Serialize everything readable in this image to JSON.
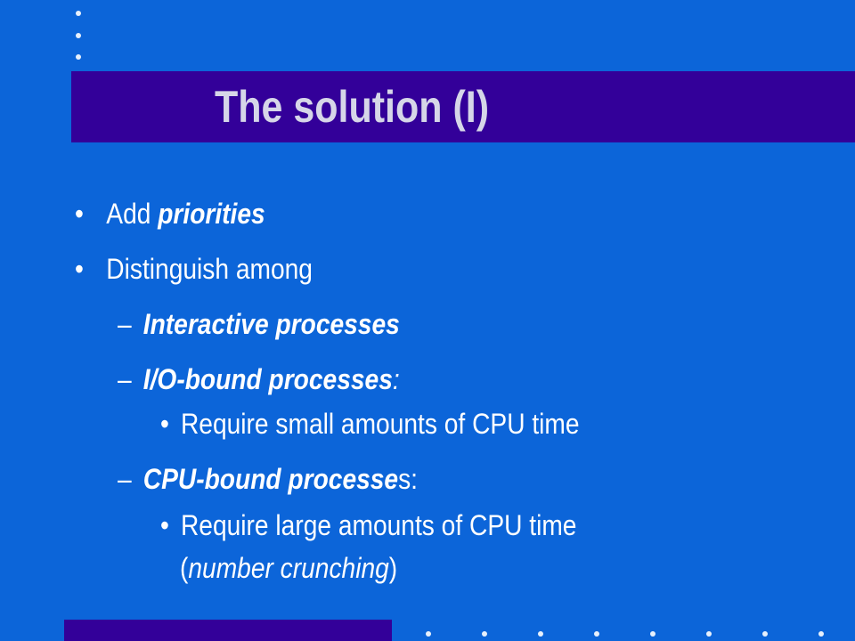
{
  "slide": {
    "title": "The solution (I)",
    "items": [
      {
        "bullet": "•",
        "pre": "Add ",
        "emph": "priorities",
        "post": ""
      },
      {
        "bullet": "•",
        "pre": "Distinguish among",
        "emph": "",
        "post": ""
      },
      {
        "bullet": "–",
        "pre": "",
        "emph": "Interactive processes",
        "post": ""
      },
      {
        "bullet": "–",
        "pre": "",
        "emph": "I/O-bound processes",
        "post": ":"
      },
      {
        "bullet": "•",
        "text": "Require small amounts of CPU time"
      },
      {
        "bullet": "–",
        "pre": "",
        "emph": "CPU-bound processe",
        "post": "s:"
      },
      {
        "bullet": "•",
        "text": "Require large amounts of CPU time"
      },
      {
        "open": "(",
        "italic": "number crunching",
        "close": ")"
      }
    ]
  },
  "colors": {
    "background": "#0c65d9",
    "title_bar": "#330099",
    "title_text": "#d6d6e8",
    "text": "#ffffff"
  }
}
